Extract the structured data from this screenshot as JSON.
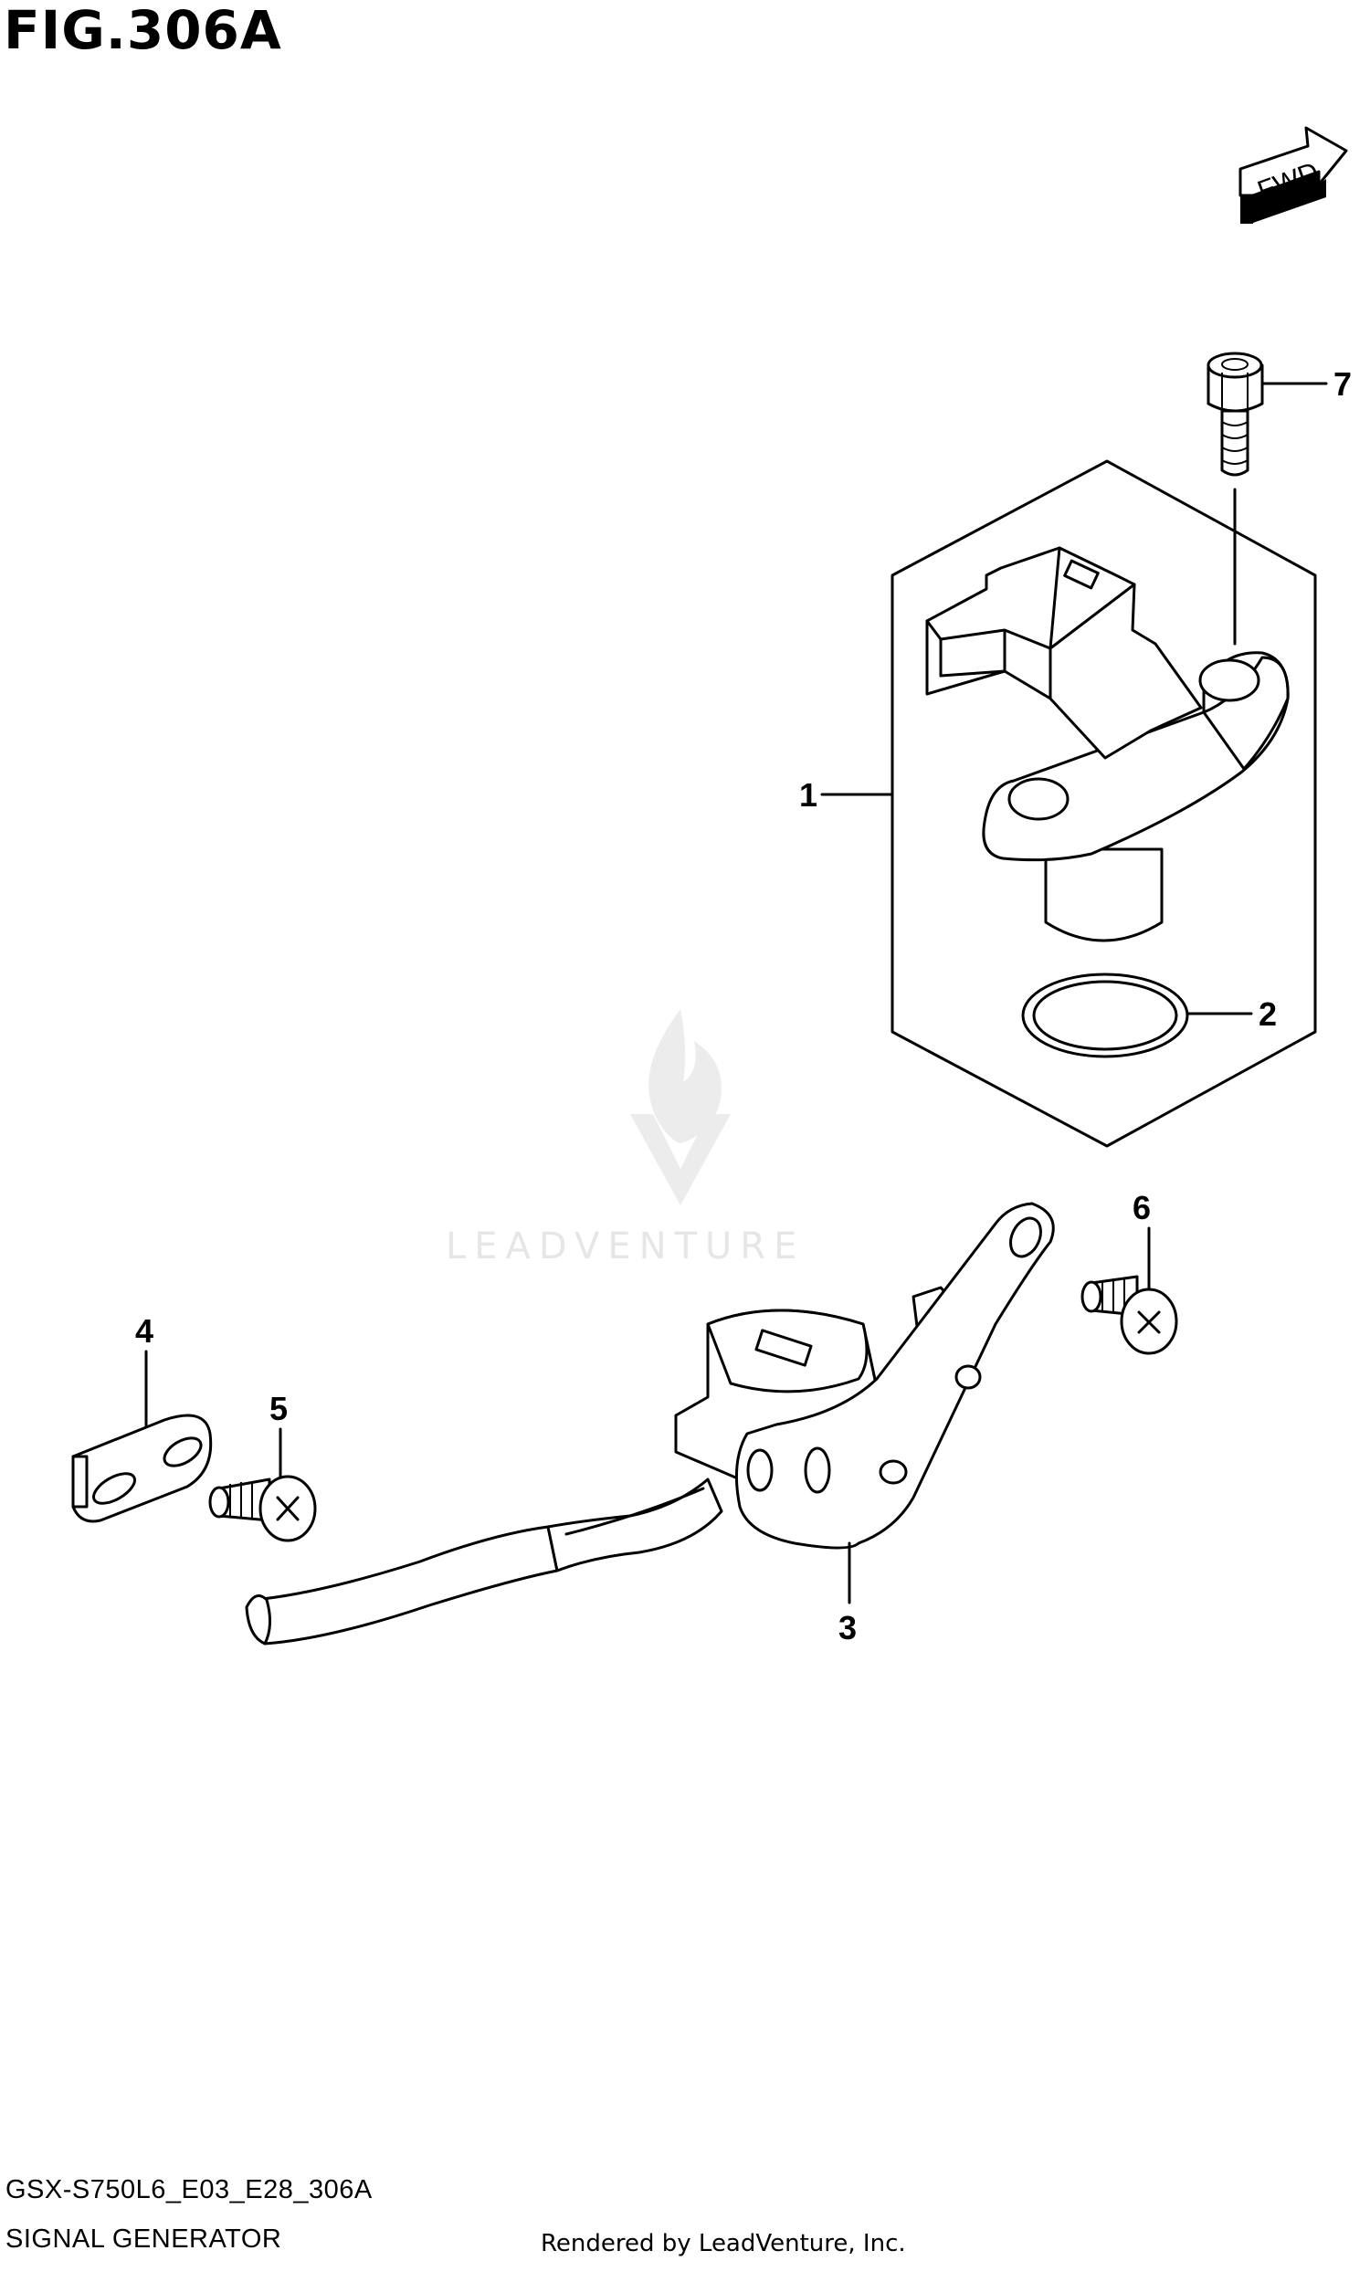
{
  "figure": {
    "title": "FIG.306A",
    "fwd_label": "FWD",
    "code": "GSX-S750L6_E03_E28_306A",
    "name": "SIGNAL GENERATOR",
    "credit": "Rendered by LeadVenture, Inc.",
    "watermark": "LEADVENTURE"
  },
  "callouts": [
    {
      "id": "1",
      "label": "1"
    },
    {
      "id": "2",
      "label": "2"
    },
    {
      "id": "3",
      "label": "3"
    },
    {
      "id": "4",
      "label": "4"
    },
    {
      "id": "5",
      "label": "5"
    },
    {
      "id": "6",
      "label": "6"
    },
    {
      "id": "7",
      "label": "7"
    }
  ]
}
